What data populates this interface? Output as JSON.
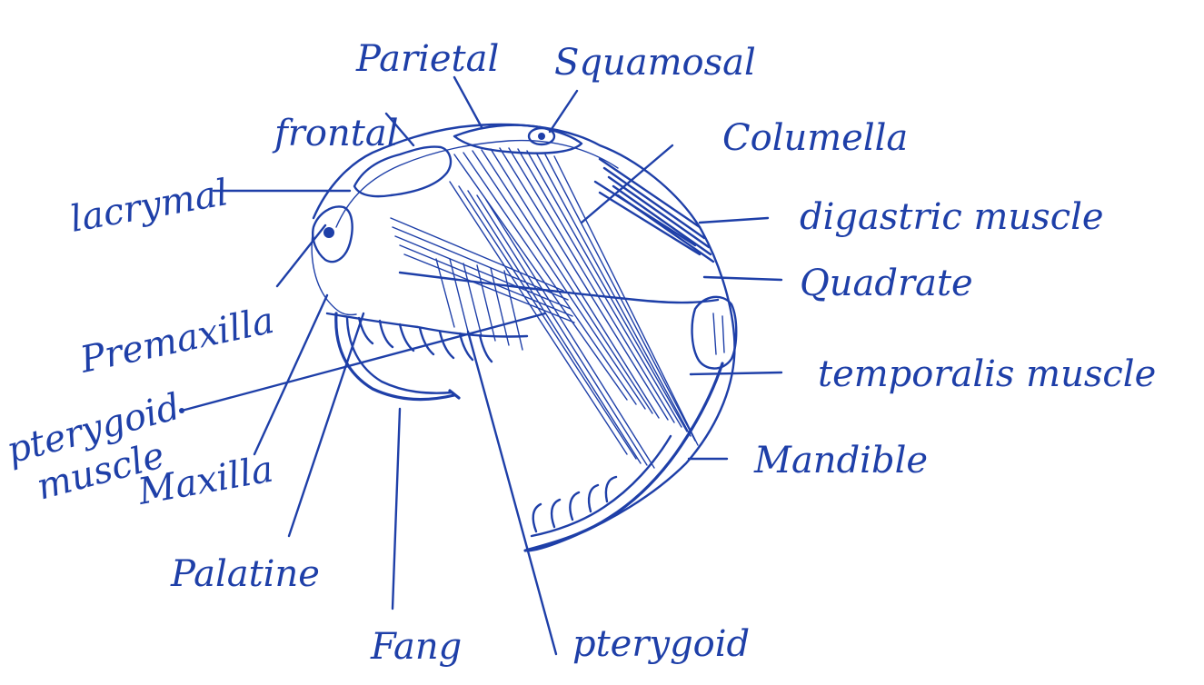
{
  "colors": {
    "ink": "#1e3fa8",
    "paper": "#ffffff"
  },
  "labels": {
    "parietal": "Parietal",
    "squamosal": "Squamosal",
    "frontal": "frontal",
    "columella": "Columella",
    "lacrymal": "lacrymal",
    "digastric": "digastric muscle",
    "quadrate": "Quadrate",
    "premaxilla": "Premaxilla",
    "temporalis": "temporalis muscle",
    "pterygoid_muscle_1": "pterygoid",
    "pterygoid_muscle_2": "muscle",
    "maxilla": "Maxilla",
    "mandible": "Mandible",
    "palatine": "Palatine",
    "fang": "Fang",
    "pterygoid": "pterygoid"
  }
}
